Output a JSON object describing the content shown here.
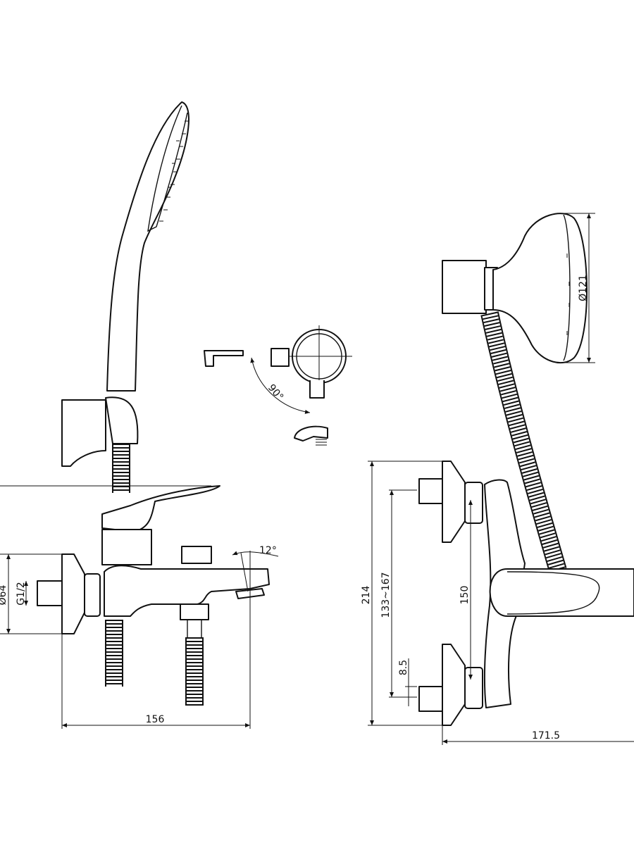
{
  "diagram": {
    "left_view": {
      "flange_diameter": "Ø64",
      "thread": "G1/2",
      "spout_angle": "12°",
      "width": "156"
    },
    "middle_detail": {
      "rotation_angle": "90°"
    },
    "right_view": {
      "shower_head_diameter": "Ø121",
      "total_height": "214",
      "inlet_spacing": "133~167",
      "center_distance": "150",
      "offset": "8.5",
      "depth": "171.5"
    }
  }
}
